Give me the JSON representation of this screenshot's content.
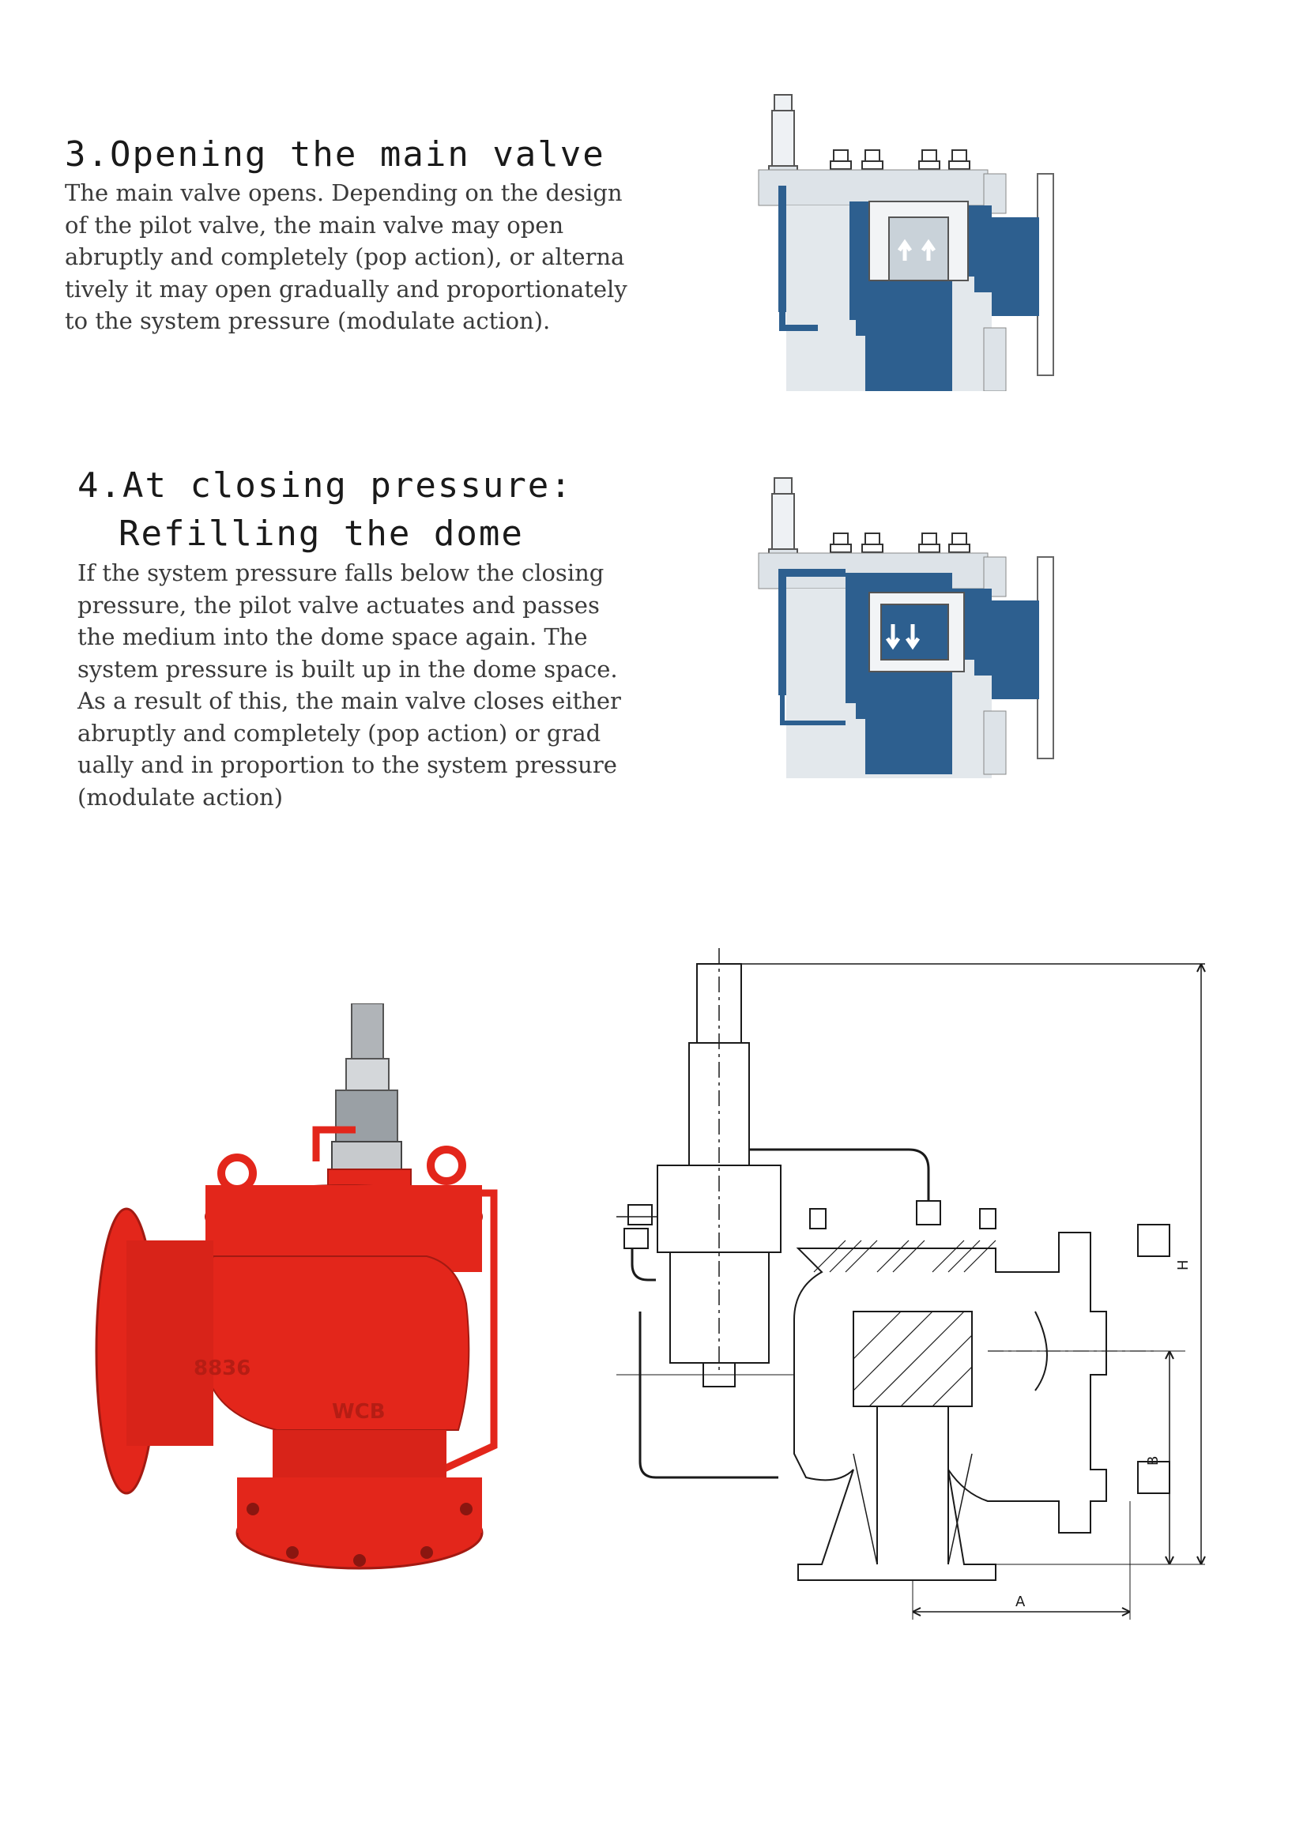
{
  "section3": {
    "heading": "3.Opening the main valve",
    "body_lines": [
      "The main valve opens. Depending on the design",
      "of the pilot valve, the main valve may open",
      "abruptly and completely (pop action), or alterna",
      "tively it may open gradually and proportionately",
      "to the system pressure (modulate action)."
    ]
  },
  "section4": {
    "heading_line1": "4.At closing pressure:",
    "heading_line2": "Refilling the dome",
    "body_lines": [
      "If the system pressure falls below the closing",
      "pressure, the pilot valve actuates and passes",
      "the medium into the dome space again. The",
      "system pressure is built up in the dome space.",
      "As a result of this, the main valve closes either",
      "abruptly and completely (pop action) or grad",
      "ually and in proportion to the system pressure",
      "(modulate action)"
    ]
  },
  "photo": {
    "casting_mark_1": "8836",
    "casting_mark_2": "WCB"
  },
  "drawing": {
    "dim_h": "H",
    "dim_b": "B",
    "dim_a": "A"
  },
  "colors": {
    "medium_blue": "#2d5f8f",
    "valve_gray": "#dde3e8",
    "valve_red": "#e3261b",
    "line": "#1a1a1a"
  }
}
